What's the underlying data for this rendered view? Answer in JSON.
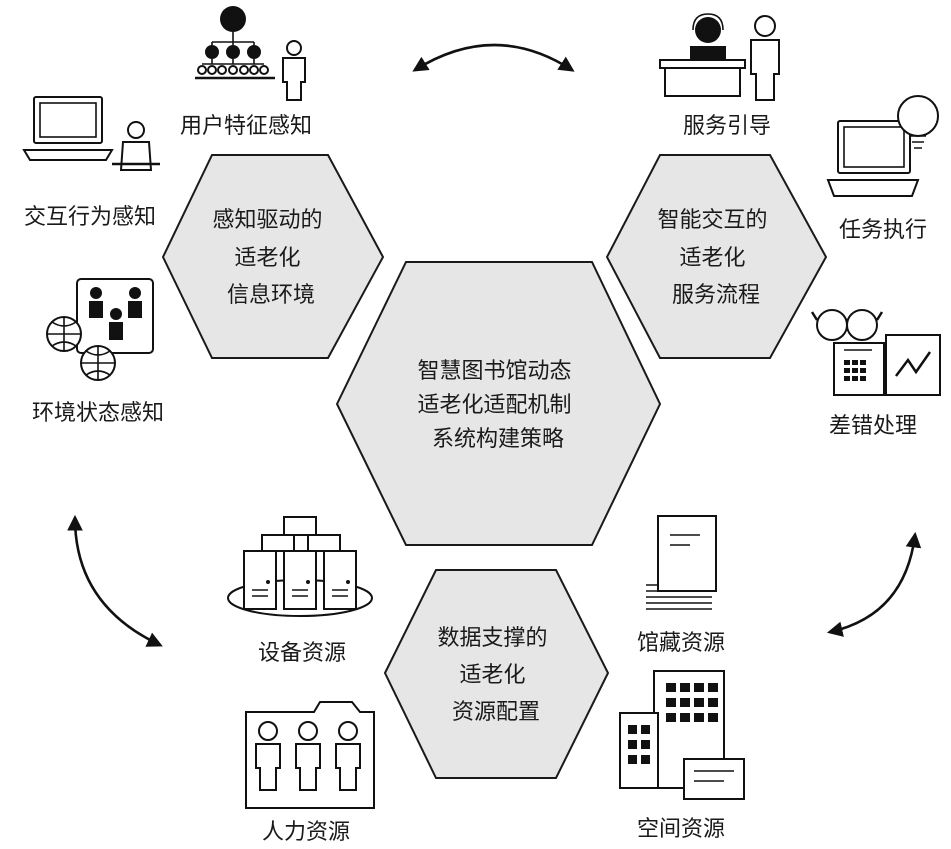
{
  "center": {
    "lines": [
      "智慧图书馆动态",
      "适老化适配机制",
      "系统构建策略"
    ]
  },
  "hex_perception": {
    "lines": [
      "感知驱动的",
      "适老化",
      "信息环境"
    ]
  },
  "hex_service": {
    "lines": [
      "智能交互的",
      "适老化",
      "服务流程"
    ]
  },
  "hex_data": {
    "lines": [
      "数据支撑的",
      "适老化",
      "资源配置"
    ]
  },
  "perception_items": [
    {
      "label": "用户特征感知",
      "icon": "group-hierarchy-icon"
    },
    {
      "label": "交互行为感知",
      "icon": "laptop-user-icon"
    },
    {
      "label": "环境状态感知",
      "icon": "globe-people-icon"
    }
  ],
  "service_items": [
    {
      "label": "服务引导",
      "icon": "service-desk-icon"
    },
    {
      "label": "任务执行",
      "icon": "laptop-bulb-icon"
    },
    {
      "label": "差错处理",
      "icon": "glasses-chart-icon"
    }
  ],
  "data_items": [
    {
      "label": "设备资源",
      "icon": "servers-icon"
    },
    {
      "label": "人力资源",
      "icon": "staff-folder-icon"
    },
    {
      "label": "馆藏资源",
      "icon": "document-stack-icon"
    },
    {
      "label": "空间资源",
      "icon": "building-icon"
    }
  ]
}
